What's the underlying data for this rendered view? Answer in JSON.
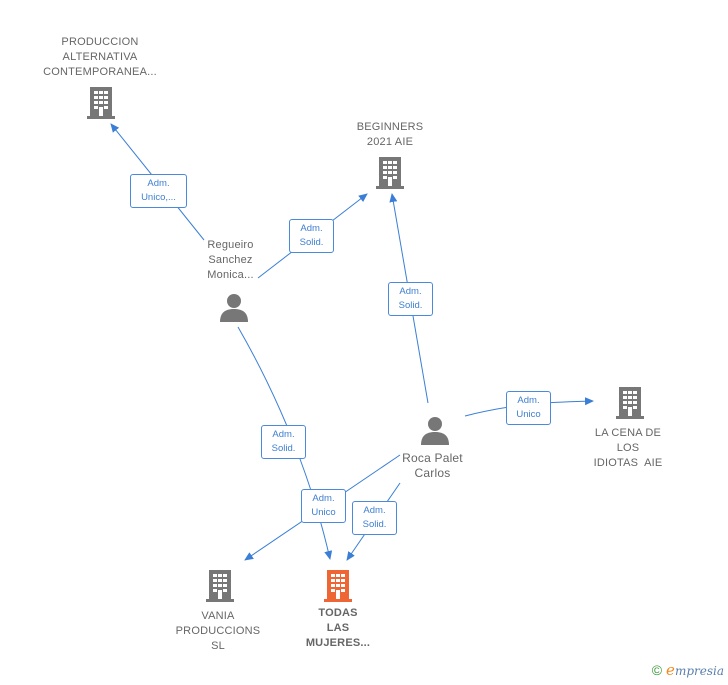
{
  "colors": {
    "edge": "#3a7fd5",
    "company_icon": "#777777",
    "focus_icon": "#ee6633",
    "person_icon": "#777777"
  },
  "nodes": {
    "produccion": {
      "lines": [
        "PRODUCCION",
        "ALTERNATIVA",
        "CONTEMPORANEA..."
      ],
      "icon": "building-icon"
    },
    "beginners": {
      "lines": [
        "BEGINNERS",
        "2021 AIE"
      ],
      "icon": "building-icon"
    },
    "regueiro": {
      "lines": [
        "Regueiro",
        "Sanchez",
        "Monica..."
      ],
      "icon": "person-icon"
    },
    "roca": {
      "lines": [
        "Roca Palet",
        "Carlos"
      ],
      "icon": "person-icon"
    },
    "la_cena": {
      "lines": [
        "LA CENA DE",
        "LOS",
        "IDIOTAS  AIE"
      ],
      "icon": "building-icon"
    },
    "vania": {
      "lines": [
        "VANIA",
        "PRODUCCIONS",
        "SL"
      ],
      "icon": "building-icon"
    },
    "todas": {
      "lines": [
        "TODAS",
        "LAS",
        "MUJERES..."
      ],
      "icon": "building-icon"
    }
  },
  "edge_labels": {
    "regueiro_produccion": [
      "Adm.",
      "Unico,..."
    ],
    "regueiro_beginners": [
      "Adm.",
      "Solid."
    ],
    "roca_beginners": [
      "Adm.",
      "Solid."
    ],
    "roca_la_cena": [
      "Adm.",
      "Unico"
    ],
    "regueiro_todas": [
      "Adm.",
      "Solid."
    ],
    "roca_vania": [
      "Adm.",
      "Unico"
    ],
    "roca_todas": [
      "Adm.",
      "Solid."
    ]
  },
  "footer": {
    "copyright": "©",
    "brand_initial": "e",
    "brand_rest": "mpresia"
  }
}
